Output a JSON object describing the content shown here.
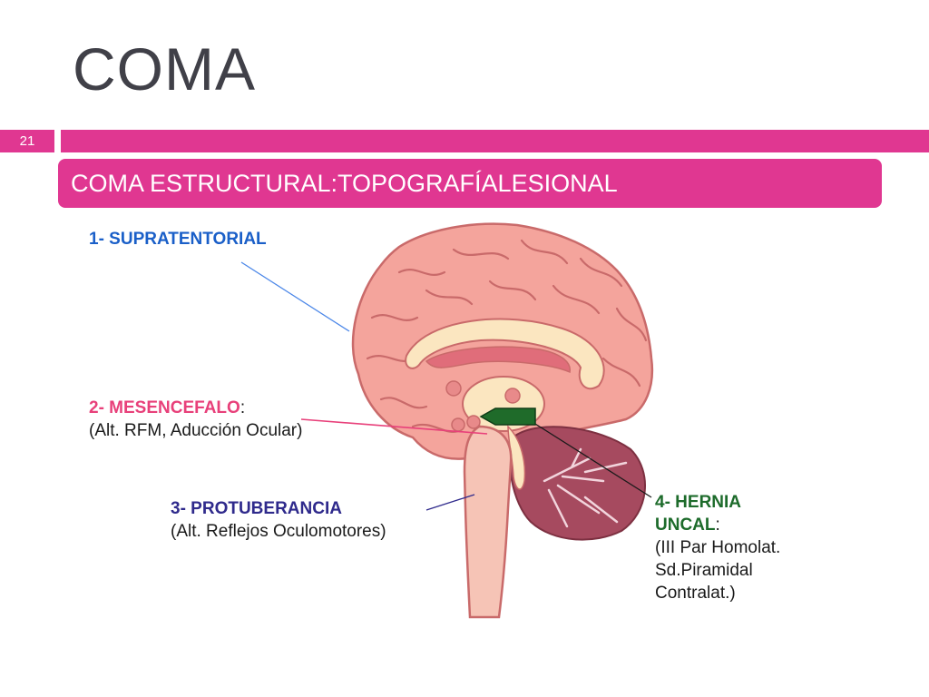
{
  "slide": {
    "title": "COMA",
    "number": "21",
    "subtitle": "COMA ESTRUCTURAL:TOPOGRAFÍALESIONAL"
  },
  "labels": {
    "supratentorial": "1- SUPRATENTORIAL",
    "mesencefalo_title": "2- MESENCEFALO",
    "mesencefalo_colon": ":",
    "mesencefalo_detail": "(Alt. RFM, Aducción Ocular)",
    "protuberancia_title": "3- PROTUBERANCIA",
    "protuberancia_detail": "(Alt. Reflejos Oculomotores)",
    "hernia_title_1": "4- HERNIA",
    "hernia_title_2": "UNCAL",
    "hernia_colon": ":",
    "hernia_detail_1": "(III Par Homolat.",
    "hernia_detail_2": "Sd.Piramidal",
    "hernia_detail_3": "Contralat.)"
  },
  "colors": {
    "accent": "#e03791",
    "supratentorial": "#1a5fc8",
    "mesencefalo": "#e8407a",
    "protuberancia": "#2f2a8c",
    "hernia": "#1d6b2b"
  }
}
